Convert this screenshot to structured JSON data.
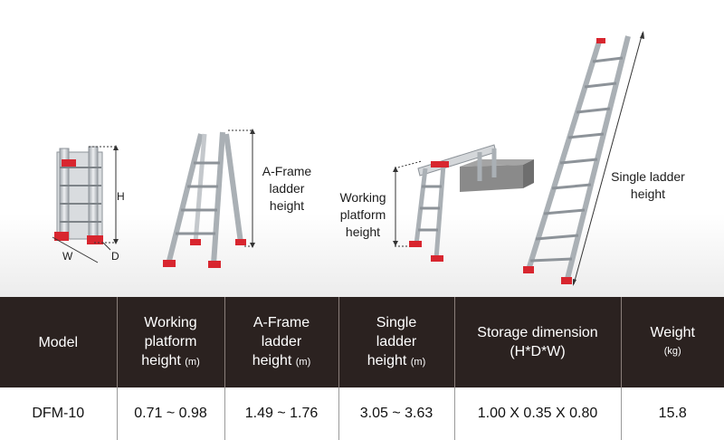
{
  "labels": {
    "h": "H",
    "w": "W",
    "d": "D",
    "aframe": [
      "A-Frame",
      "ladder",
      "height"
    ],
    "working": [
      "Working",
      "platform",
      "height"
    ],
    "single": [
      "Single ladder",
      "height"
    ]
  },
  "table": {
    "headers": [
      {
        "lines": [
          "Model"
        ],
        "unit": ""
      },
      {
        "lines": [
          "Working",
          "platform"
        ],
        "last": "height",
        "unit": "(m)"
      },
      {
        "lines": [
          "A-Frame",
          "ladder"
        ],
        "last": "height",
        "unit": "(m)"
      },
      {
        "lines": [
          "Single",
          "ladder"
        ],
        "last": "height",
        "unit": "(m)"
      },
      {
        "lines": [
          "Storage dimension",
          "(H*D*W)"
        ],
        "unit": ""
      },
      {
        "lines": [
          "Weight"
        ],
        "unit": "(kg)"
      }
    ],
    "rows": [
      [
        "DFM-10",
        "0.71 ~ 0.98",
        "1.49 ~ 1.76",
        "3.05 ~ 3.63",
        "1.00 X 0.35 X 0.80",
        "15.8"
      ]
    ]
  },
  "colors": {
    "header_bg": "#2b2220",
    "accent_red": "#d8262f",
    "aluminum": "#c8ccd0"
  }
}
